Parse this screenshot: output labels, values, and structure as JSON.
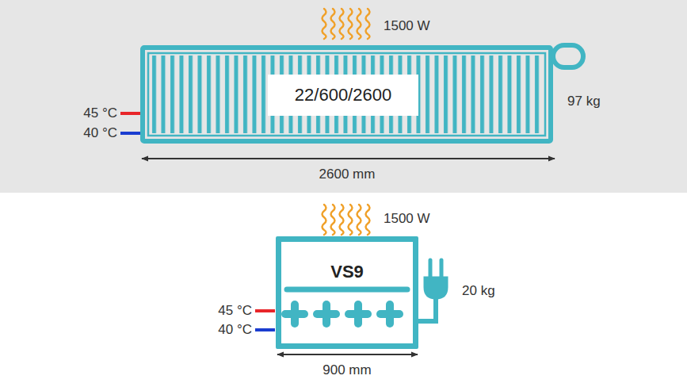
{
  "diagram": {
    "nodes": [
      {
        "text": [
          "22/600/2600"
        ]
      },
      {
        "text": [
          "VS9"
        ]
      }
    ],
    "labels": [
      "1500 W",
      "97 kg",
      "45 °C",
      "40 °C",
      "2600 mm",
      "1500 W",
      "20 kg",
      "45 °C",
      "40 °C",
      "900 mm"
    ]
  }
}
